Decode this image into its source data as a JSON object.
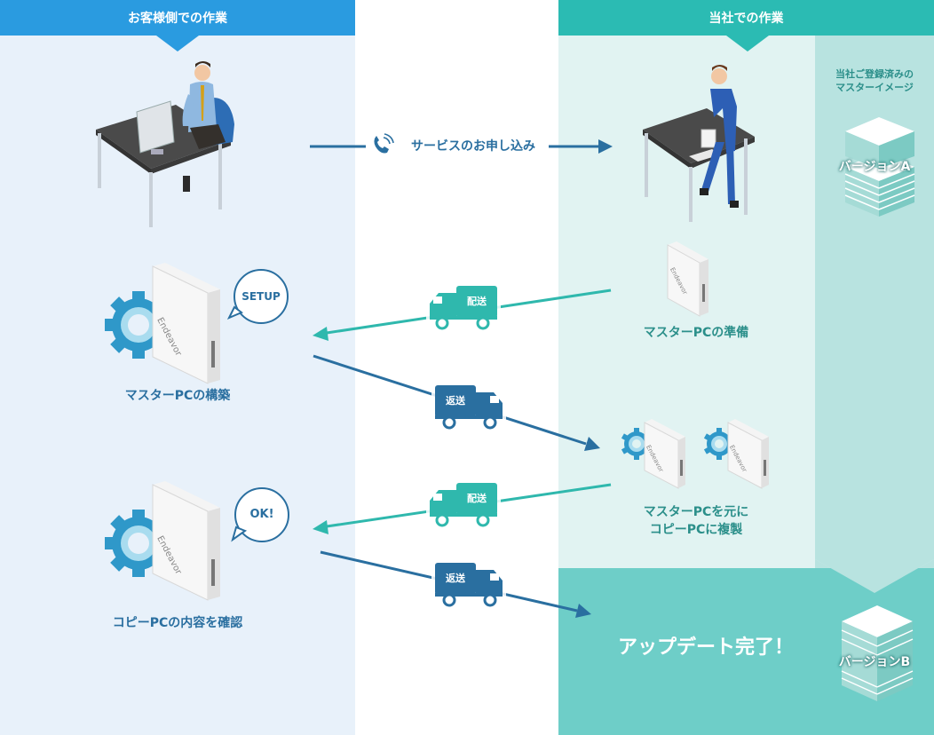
{
  "headers": {
    "customer": "お客様側での作業",
    "company": "当社での作業"
  },
  "master_image_label": "当社ご登録済みの\nマスターイメージ",
  "service_application": "サービスのお申し込み",
  "steps": {
    "master_prep": "マスターPCの準備",
    "master_build": "マスターPCの構築",
    "copy_from_master": "マスターPCを元に\nコピーPCに複製",
    "copy_check": "コピーPCの内容を確認",
    "update_complete": "アップデート完了！"
  },
  "bubbles": {
    "setup": "SETUP",
    "ok": "OK!"
  },
  "trucks": {
    "deliver": "配送",
    "return": "返送"
  },
  "versions": {
    "a": "バージョンA",
    "b": "バージョンB"
  },
  "pc_brand": "Endeavor",
  "colors": {
    "customer_header": "#2a9be0",
    "customer_bg": "#e8f1fa",
    "company_header": "#2bbbb3",
    "company_bg": "#e1f3f2",
    "master_column": "#b8e3e0",
    "complete_bg": "#6ecec8",
    "blue_arrow": "#2a6fa0",
    "teal_arrow": "#2fb8ad"
  }
}
